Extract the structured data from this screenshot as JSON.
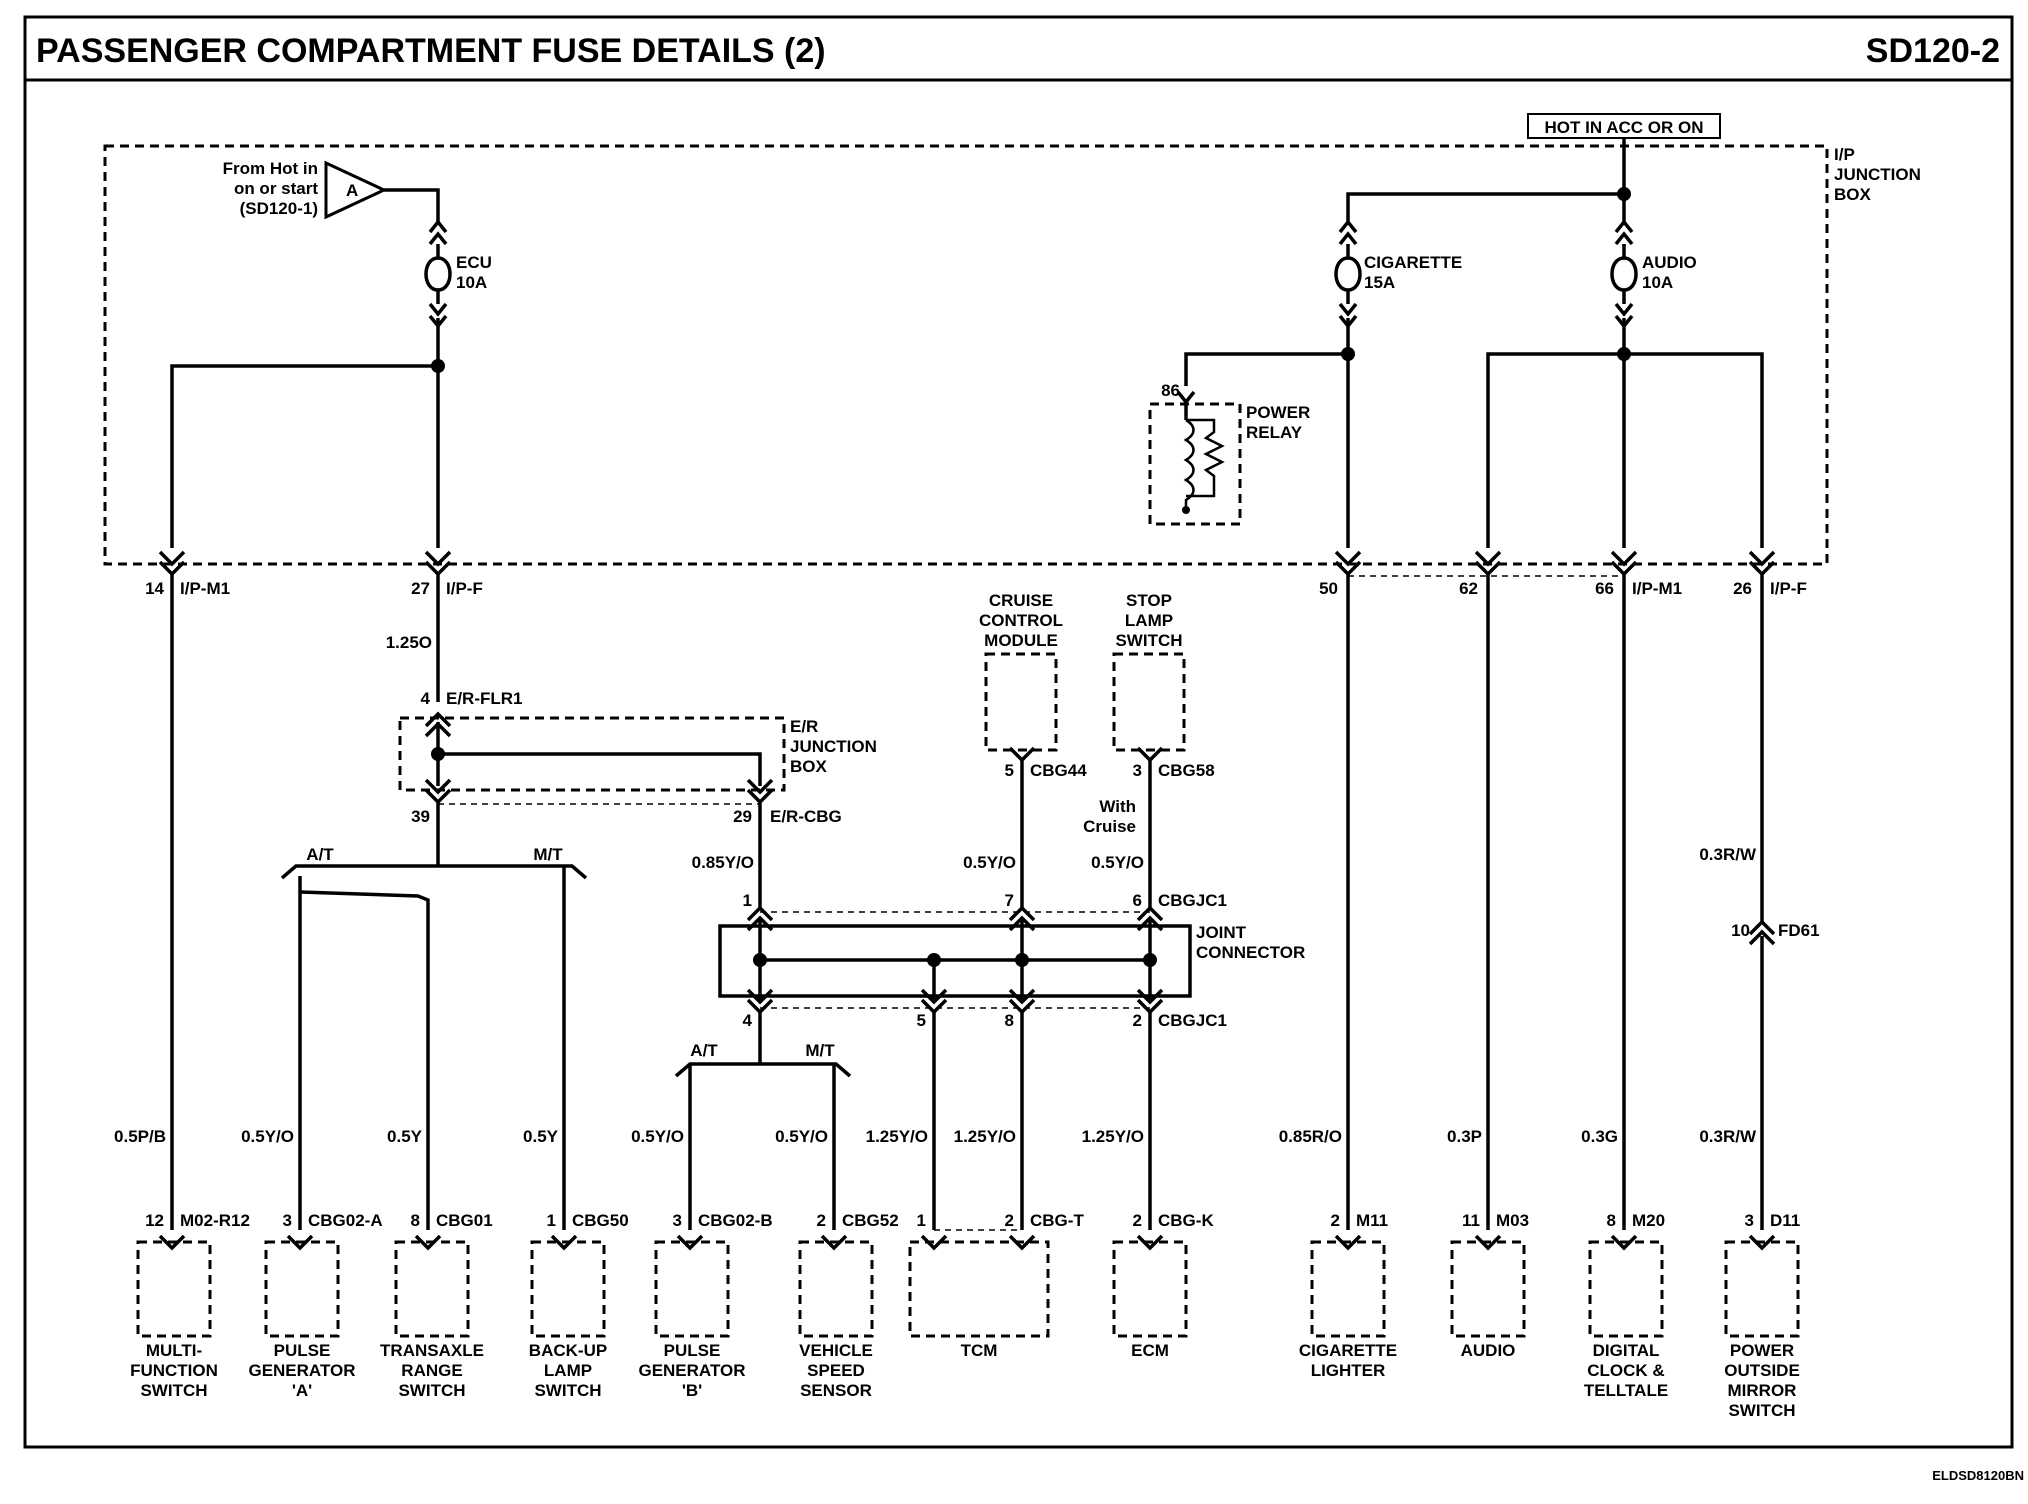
{
  "header": {
    "title": "PASSENGER COMPARTMENT FUSE DETAILS (2)",
    "page_code": "SD120-2"
  },
  "footer": {
    "code": "ELDSD8120BN"
  },
  "hot_label": "HOT IN ACC OR ON",
  "ip_junction_box": {
    "line1": "I/P",
    "line2": "JUNCTION",
    "line3": "BOX"
  },
  "er_junction_box": {
    "line1": "E/R",
    "line2": "JUNCTION",
    "line3": "BOX"
  },
  "from_hot": {
    "line1": "From Hot in",
    "line2": "on or start",
    "line3": "(SD120-1)",
    "connector_letter": "A"
  },
  "fuses": [
    {
      "name": "ECU",
      "rating": "10A"
    },
    {
      "name": "CIGARETTE",
      "rating": "15A"
    },
    {
      "name": "AUDIO",
      "rating": "10A"
    }
  ],
  "power_relay": {
    "pin": "86",
    "line1": "POWER",
    "line2": "RELAY"
  },
  "joint_connector": {
    "line1": "JOINT",
    "line2": "CONNECTOR"
  },
  "ip_pins": [
    {
      "pin": "14",
      "connector": "I/P-M1"
    },
    {
      "pin": "27",
      "connector": "I/P-F"
    },
    {
      "pin": "50",
      "connector": ""
    },
    {
      "pin": "62",
      "connector": ""
    },
    {
      "pin": "66",
      "connector": "I/P-M1"
    },
    {
      "pin": "26",
      "connector": "I/P-F"
    }
  ],
  "er_pins": {
    "in_pin": "4",
    "in_connector": "E/R-FLR1",
    "out1_pin": "39",
    "out2_pin": "29",
    "out2_connector": "E/R-CBG"
  },
  "jc_pins": {
    "top": [
      {
        "pin": "1",
        "connector": ""
      },
      {
        "pin": "7",
        "connector": ""
      },
      {
        "pin": "6",
        "connector": "CBGJC1"
      }
    ],
    "bottom": [
      {
        "pin": "4",
        "connector": ""
      },
      {
        "pin": "5",
        "connector": ""
      },
      {
        "pin": "8",
        "connector": ""
      },
      {
        "pin": "2",
        "connector": "CBGJC1"
      }
    ]
  },
  "top_modules": [
    {
      "line1": "CRUISE",
      "line2": "CONTROL",
      "line3": "MODULE",
      "pin": "5",
      "connector": "CBG44"
    },
    {
      "line1": "STOP",
      "line2": "LAMP",
      "line3": "SWITCH",
      "pin": "3",
      "connector": "CBG58"
    }
  ],
  "with_cruise": {
    "line1": "With",
    "line2": "Cruise"
  },
  "mirror_connector": {
    "pin": "10",
    "connector": "FD61"
  },
  "branch_labels": {
    "at": "A/T",
    "mt": "M/T"
  },
  "wire_labels": [
    "1.25O",
    "0.85Y/O",
    "0.5Y/O",
    "0.5Y/O",
    "0.3R/W",
    "0.5P/B",
    "0.5Y/O",
    "0.5Y",
    "0.5Y",
    "0.5Y/O",
    "0.5Y/O",
    "1.25Y/O",
    "1.25Y/O",
    "1.25Y/O",
    "0.85R/O",
    "0.3P",
    "0.3G",
    "0.3R/W"
  ],
  "components": [
    {
      "pin": "12",
      "connector": "M02-R12",
      "name": [
        "MULTI-",
        "FUNCTION",
        "SWITCH"
      ]
    },
    {
      "pin": "3",
      "connector": "CBG02-A",
      "name": [
        "PULSE",
        "GENERATOR",
        "'A'"
      ]
    },
    {
      "pin": "8",
      "connector": "CBG01",
      "name": [
        "TRANSAXLE",
        "RANGE",
        "SWITCH"
      ]
    },
    {
      "pin": "1",
      "connector": "CBG50",
      "name": [
        "BACK-UP",
        "LAMP",
        "SWITCH"
      ]
    },
    {
      "pin": "3",
      "connector": "CBG02-B",
      "name": [
        "PULSE",
        "GENERATOR",
        "'B'"
      ]
    },
    {
      "pin": "2",
      "connector": "CBG52",
      "name": [
        "VEHICLE",
        "SPEED",
        "SENSOR"
      ]
    },
    {
      "pin": "1",
      "connector": "",
      "pin2": "2",
      "connector2": "CBG-T",
      "name": [
        "TCM"
      ]
    },
    {
      "pin": "2",
      "connector": "CBG-K",
      "name": [
        "ECM"
      ]
    },
    {
      "pin": "2",
      "connector": "M11",
      "name": [
        "CIGARETTE",
        "LIGHTER"
      ]
    },
    {
      "pin": "11",
      "connector": "M03",
      "name": [
        "AUDIO"
      ]
    },
    {
      "pin": "8",
      "connector": "M20",
      "name": [
        "DIGITAL",
        "CLOCK &",
        "TELLTALE"
      ]
    },
    {
      "pin": "3",
      "connector": "D11",
      "name": [
        "POWER",
        "OUTSIDE",
        "MIRROR",
        "SWITCH"
      ]
    }
  ]
}
